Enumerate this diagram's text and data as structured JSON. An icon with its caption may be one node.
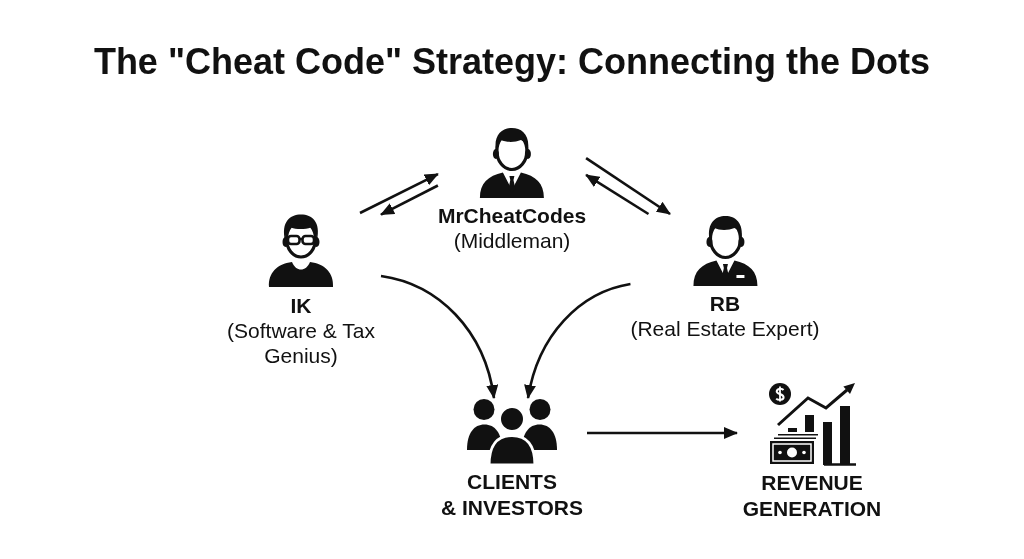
{
  "diagram": {
    "title": "The \"Cheat Code\" Strategy: Connecting the Dots",
    "nodes": [
      {
        "text": [
          "MrCheatCodes",
          "(Middleman)"
        ]
      },
      {
        "text": [
          "IK",
          "(Software & Tax Genius)"
        ]
      },
      {
        "text": [
          "RB",
          "(Real Estate Expert)"
        ]
      },
      {
        "text": [
          "CLIENTS & INVESTORS"
        ]
      },
      {
        "text": [
          "REVENUE GENERATION"
        ]
      }
    ],
    "edges": [
      {
        "from": 1,
        "to": 0,
        "arrow": "to"
      },
      {
        "from": 0,
        "to": 1,
        "arrow": "to"
      },
      {
        "from": 0,
        "to": 2,
        "arrow": "to"
      },
      {
        "from": 2,
        "to": 0,
        "arrow": "to"
      },
      {
        "from": 1,
        "to": 3,
        "arrow": "to"
      },
      {
        "from": 2,
        "to": 3,
        "arrow": "to"
      },
      {
        "from": 3,
        "to": 4,
        "arrow": "to"
      }
    ]
  }
}
